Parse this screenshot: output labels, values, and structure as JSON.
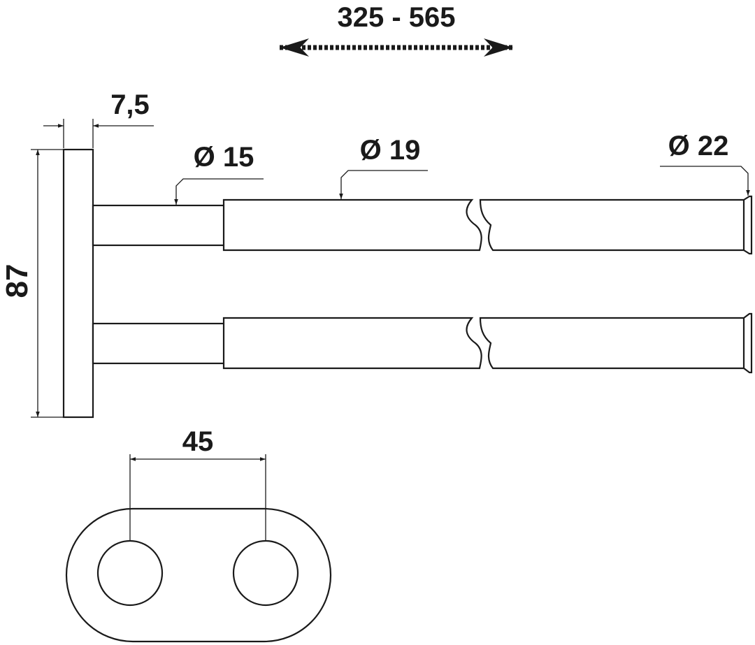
{
  "dimensions": {
    "extension_range": "325 - 565",
    "plate_thickness": "7,5",
    "inner_tube_diameter": "Ø 15",
    "outer_tube_diameter": "Ø 19",
    "end_cap_diameter": "Ø 22",
    "plate_height": "87",
    "hole_spacing": "45"
  },
  "colors": {
    "line": "#1a1a1a",
    "background": "#ffffff"
  }
}
